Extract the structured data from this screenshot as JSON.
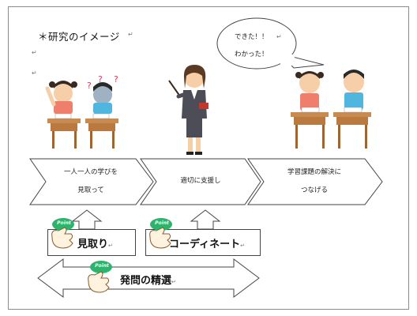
{
  "page": {
    "title": "＊研究のイメージ",
    "para_mark": "↵",
    "speech": {
      "line1": "できた！！",
      "line2": "わかった！"
    },
    "flow": [
      {
        "line1": "一人一人の学びを",
        "line2": "見取って"
      },
      {
        "line1": "適切に支援し",
        "line2": ""
      },
      {
        "line1": "学習課題の解決に",
        "line2": "つなげる"
      }
    ],
    "points": {
      "badge": "Point",
      "mitori": "見取り",
      "coordinate": "コーディネート",
      "hatsumon": "発問の精選"
    }
  },
  "colors": {
    "frame": "#8c8c8c",
    "badge": "#2db36b",
    "skin": "#f6cfa8",
    "desk": "#c88a4e",
    "girl_shirt": "#ef7f6c",
    "boy_shirt": "#4fb6e0",
    "teacher_suit": "#4d4d58"
  }
}
